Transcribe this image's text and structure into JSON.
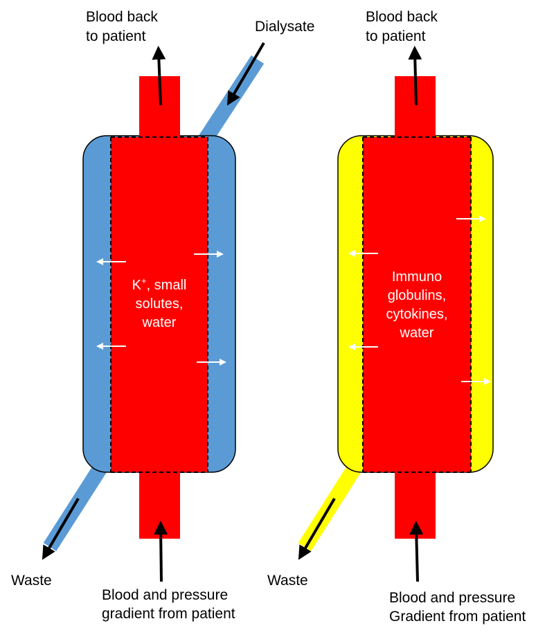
{
  "colors": {
    "blood": "#ff0000",
    "dialysate": "#5b9bd5",
    "filtrate": "#ffff00",
    "flow_arrow": "#000000",
    "solute_arrow": "#ffffff",
    "outline": "#000000"
  },
  "left_filter": {
    "top_label": [
      "Blood back",
      "to patient"
    ],
    "inlet_label": "Dialysate",
    "waste_label": "Waste",
    "bottom_label": [
      "Blood and pressure",
      "gradient from patient"
    ],
    "inner_label": {
      "line1_main": "K",
      "line1_sup": "+",
      "line1_rest": ", small",
      "line2": "solutes,",
      "line3": "water"
    }
  },
  "right_filter": {
    "top_label": [
      "Blood back",
      "to patient"
    ],
    "waste_label": "Waste",
    "bottom_label": [
      "Blood and pressure",
      "Gradient from patient"
    ],
    "inner_label": [
      "Immuno",
      "globulins,",
      "cytokines,",
      "water"
    ]
  }
}
